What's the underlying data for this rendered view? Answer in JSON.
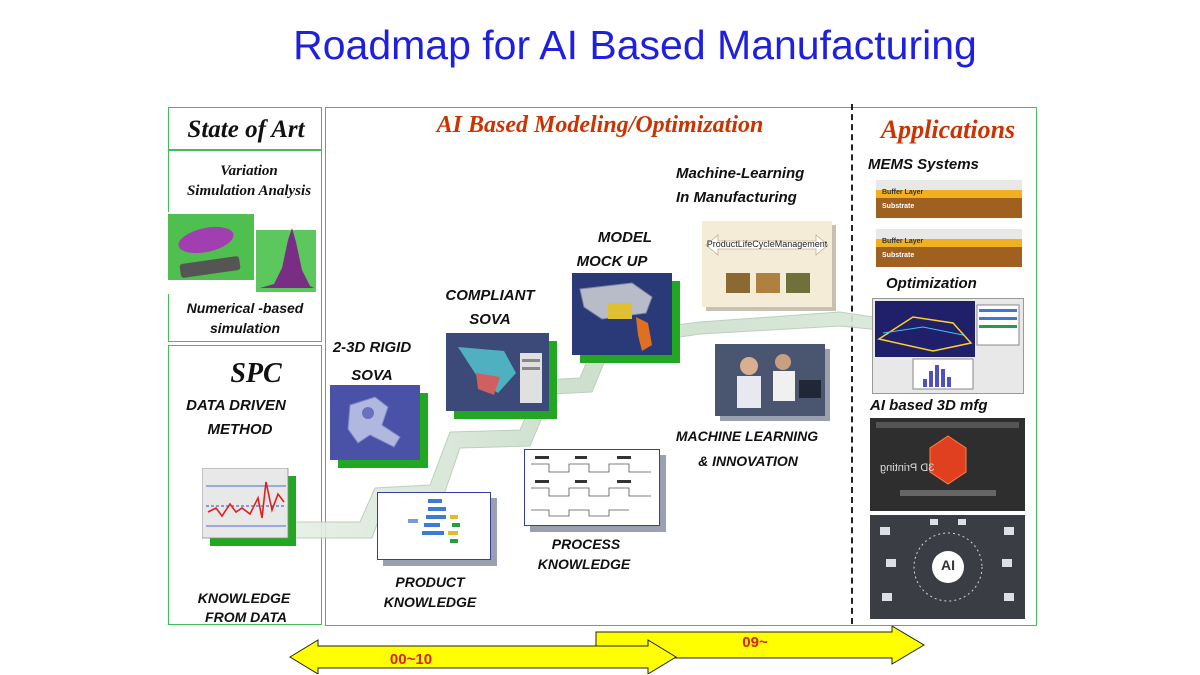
{
  "title": "Roadmap for AI Based Manufacturing",
  "columns": {
    "state_of_art": "State of Art",
    "ai_modeling": "AI Based Modeling/Optimization",
    "applications": "Applications"
  },
  "state_of_art": {
    "variation_line1": "Variation",
    "variation_line2": "Simulation Analysis",
    "numerical_line1": "Numerical  -based",
    "numerical_line2": "simulation"
  },
  "spc": {
    "heading": "SPC",
    "data_driven_line1": "DATA DRIVEN",
    "data_driven_line2": "METHOD",
    "knowledge_line1": "KNOWLEDGE",
    "knowledge_line2": "FROM DATA"
  },
  "steps": {
    "rigid_line1": "2-3D RIGID",
    "rigid_line2": "SOVA",
    "compliant_line1": "COMPLIANT",
    "compliant_line2": "SOVA",
    "mockup_line1": "MODEL",
    "mockup_line2": "MOCK UP",
    "ml_mfg_line1": "Machine-Learning",
    "ml_mfg_line2": "In Manufacturing",
    "plm_text": "ProductLifeCycleManagement",
    "product_line1": "PRODUCT",
    "product_line2": "KNOWLEDGE",
    "process_line1": "PROCESS",
    "process_line2": "KNOWLEDGE",
    "mli_line1": "MACHINE LEARNING",
    "mli_line2": "& INNOVATION"
  },
  "applications": {
    "mems": "MEMS Systems",
    "buffer_layer": "Buffer Layer",
    "substrate": "Substrate",
    "optimization": "Optimization",
    "ai3d": "AI based  3D mfg",
    "printing": "3D Printing",
    "ai_badge": "AI"
  },
  "timeline": {
    "period1": "00~10",
    "period2": "09~"
  },
  "colors": {
    "title": "#1f1fe0",
    "heading_red": "#cc3300",
    "frame_green": "#3fbf5a",
    "arrow_yellow": "#ffff00",
    "year_red": "#e02020"
  }
}
